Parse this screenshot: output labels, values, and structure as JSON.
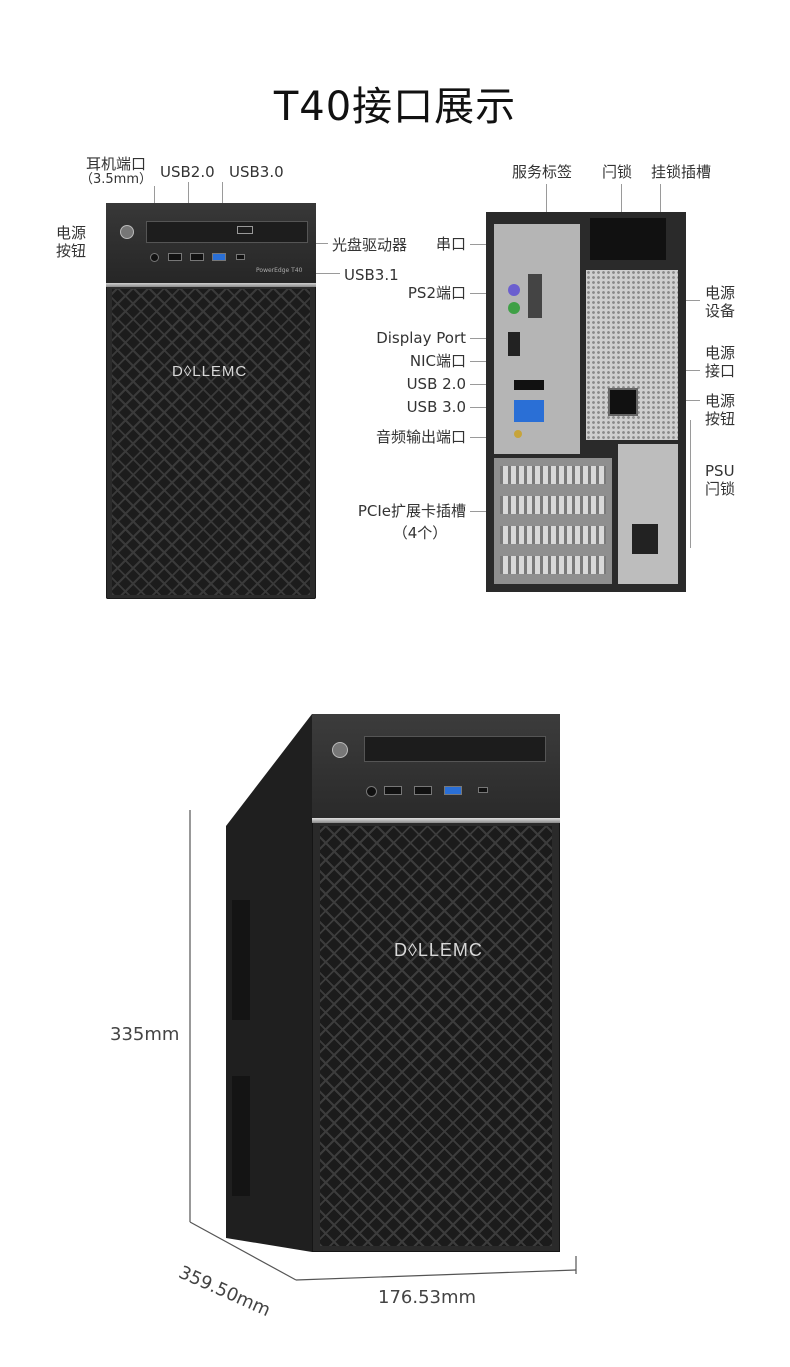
{
  "title": "T40接口展示",
  "front": {
    "labels": {
      "headphone": "耳机端口",
      "headphone_size": "（3.5mm）",
      "usb20": "USB2.0",
      "usb30": "USB3.0",
      "power_l1": "电源",
      "power_l2": "按钮",
      "optical": "光盘驱动器",
      "usb31": "USB3.1"
    },
    "model_text": "PowerEdge T40",
    "logo": "D◊LLEMC"
  },
  "rear": {
    "labels": {
      "service_tag": "服务标签",
      "lock": "闩锁",
      "padlock": "挂锁插槽",
      "serial": "串口",
      "ps2": "PS2端口",
      "displayport": "Display Port",
      "nic": "NIC端口",
      "usb20": "USB 2.0",
      "usb30": "USB 3.0",
      "audio": "音频输出端口",
      "pcie": "PCIe扩展卡插槽",
      "pcie_count": "（4个）",
      "psu_dev_l1": "电源",
      "psu_dev_l2": "设备",
      "power_port_l1": "电源",
      "power_port_l2": "接口",
      "power_btn_l1": "电源",
      "power_btn_l2": "按钮",
      "psu_lock_l1": "PSU",
      "psu_lock_l2": "闩锁"
    }
  },
  "dimensions": {
    "height": "335mm",
    "depth": "359.50mm",
    "width": "176.53mm"
  },
  "colors": {
    "chassis": "#2a2a2a",
    "usb3_blue": "#2a6fd6"
  }
}
